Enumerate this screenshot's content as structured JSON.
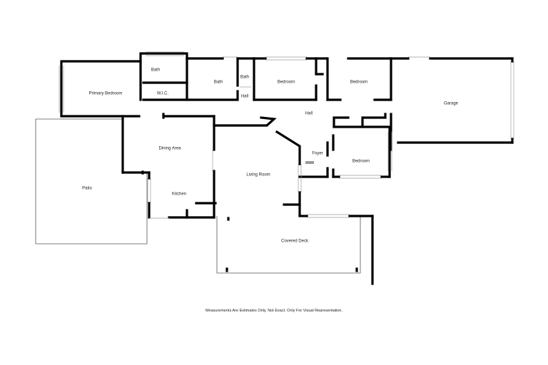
{
  "plan": {
    "rooms": {
      "bath_left": "Bath",
      "wic": "W.I.C.",
      "primary_bedroom": "Primary Bedroom",
      "bath_center": "Bath",
      "bath_small": "Bath",
      "hall_small": "Hall",
      "bedroom_1": "Bedroom",
      "bedroom_2": "Bedroom",
      "garage": "Garage",
      "hall": "Hall",
      "dining_area": "Dining Area",
      "foyer": "Foyer",
      "bedroom_3": "Bedroom",
      "living_room": "Living Room",
      "patio": "Patio",
      "kitchen": "Kitchen",
      "covered_deck": "Covered Deck"
    },
    "disclaimer": "Measurements Are Estimates Only. Not Exact. Only For Visual Representation."
  },
  "colors": {
    "wall": "#000000",
    "background": "#ffffff"
  }
}
